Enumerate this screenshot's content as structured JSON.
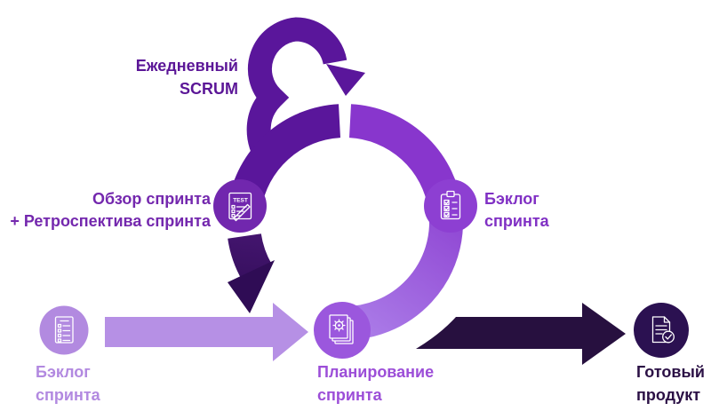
{
  "diagram": "scrum-process-cycle",
  "labels": {
    "daily_scrum": [
      "Ежедневный",
      "SCRUM"
    ],
    "review_retro": [
      "Обзор спринта",
      "+ Ретроспектива спринта"
    ],
    "sprint_backlog": [
      "Бэклог",
      "спринта"
    ],
    "input_backlog": [
      "Бэклог",
      "спринта"
    ],
    "sprint_planning": [
      "Планирование",
      "спринта"
    ],
    "final_product": [
      "Готовый",
      "продукт"
    ]
  },
  "icons": {
    "test_label": "TEST",
    "review_node": "test-document-with-pencil-icon",
    "backlog_node": "clipboard-checklist-icon",
    "planning_node": "documents-stack-gear-icon",
    "input_node": "checklist-sheet-icon",
    "product_node": "document-check-icon"
  },
  "colors": {
    "background": "#ffffff",
    "loop_dark_violet": "#5a169b",
    "ring_top_right": "#8836cd",
    "ring_bottom_right_start": "#8f46d3",
    "ring_bottom_right_end": "#ab7ce8",
    "ring_bottom_left_start": "#44156f",
    "ring_bottom_left_end": "#2f0c55",
    "circle_review": "#7127ae",
    "circle_backlog": "#8d3fd2",
    "circle_planning": "#9b57dd",
    "circle_input": "#b28ae0",
    "circle_product": "#2b1151",
    "arrow_light": "#b690e5",
    "arrow_dark": "#27103f",
    "icon_stroke": "#ffffff",
    "text_daily": "#5b1697",
    "text_review": "#7428ae",
    "text_backlog": "#8030c4",
    "text_input": "#b289e0",
    "text_planning": "#9c4ed8",
    "text_product": "#2b1045"
  }
}
